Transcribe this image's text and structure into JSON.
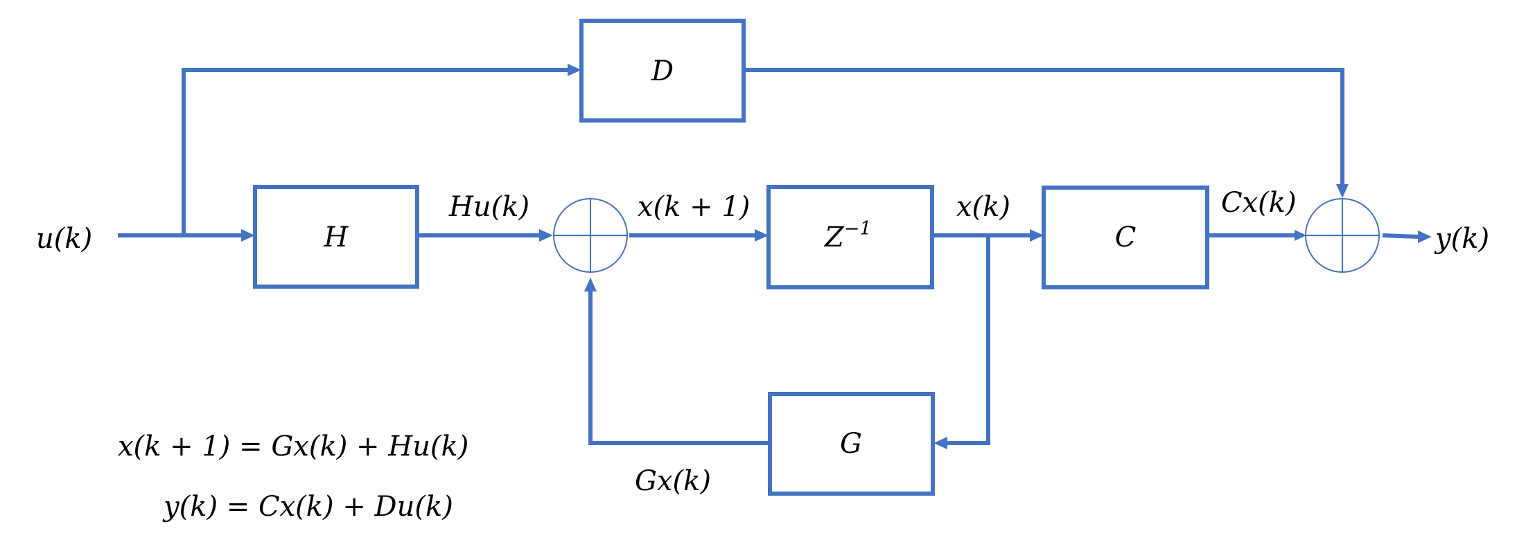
{
  "diagram": {
    "blocks": {
      "D": "D",
      "H": "H",
      "Z": "Z",
      "Z_exp": "−1",
      "C": "C",
      "G": "G"
    },
    "signals": {
      "input": "u(k)",
      "hu": "Hu(k)",
      "xk1": "x(k + 1)",
      "xk": "x(k)",
      "cx": "Cx(k)",
      "output": "y(k)",
      "gx": "Gx(k)"
    },
    "equations": {
      "state": "x(k + 1) = Gx(k) + Hu(k)",
      "output": "y(k) = Cx(k) + Du(k)"
    },
    "colors": {
      "line": "#4472C4",
      "text": "#000000"
    }
  }
}
